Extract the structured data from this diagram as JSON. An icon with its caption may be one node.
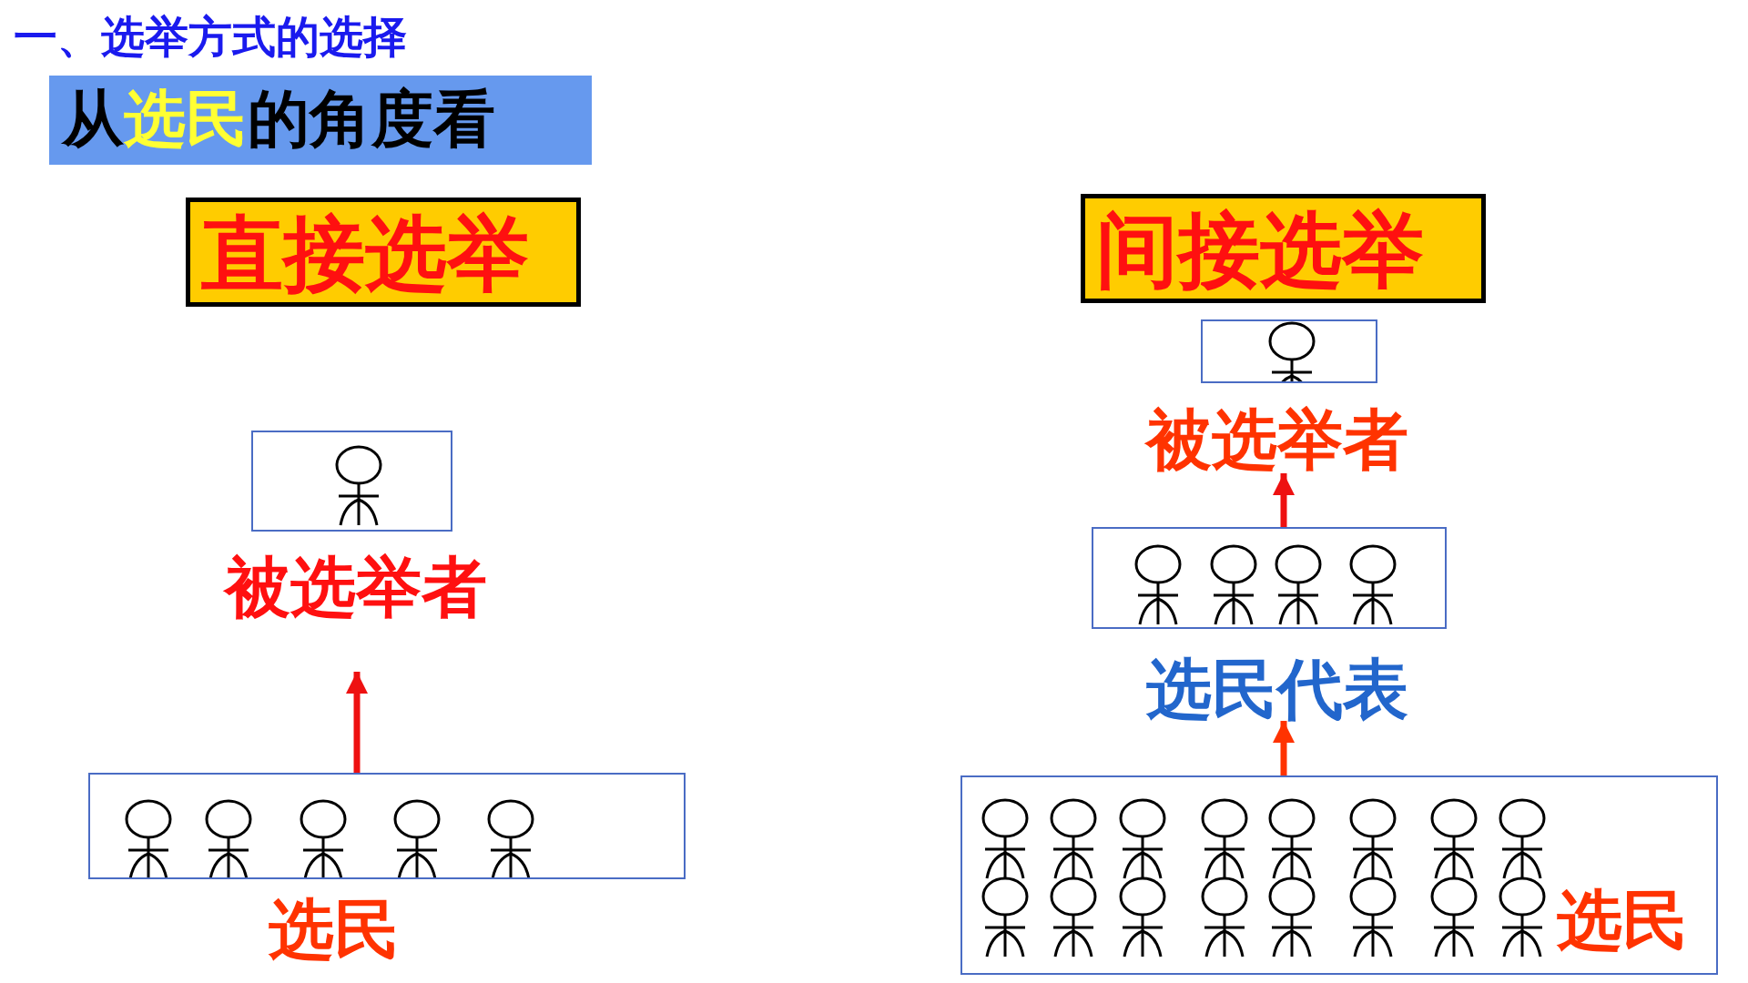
{
  "diagram": {
    "title": "一、选举方式的选择",
    "nodes": [
      {
        "text": [
          "从**选民**的角度看"
        ]
      },
      {
        "text": [
          "直接选举"
        ]
      },
      {
        "text": [
          "间接选举"
        ]
      },
      {
        "text": [],
        "shape": "box"
      },
      {
        "text": [
          "被选举者"
        ]
      },
      {
        "text": [
          "选民"
        ]
      },
      {
        "text": [],
        "shape": "box"
      },
      {
        "text": [
          "被选举者"
        ]
      },
      {
        "text": [],
        "shape": "box"
      },
      {
        "text": [
          "选民代表"
        ]
      },
      {
        "text": [
          "选民"
        ]
      }
    ],
    "edges": [
      {
        "from": 5,
        "to": 4,
        "arrow": "to"
      },
      {
        "from": 8,
        "to": 7,
        "arrow": "to"
      },
      {
        "from": 10,
        "to": 9,
        "arrow": "to",
        "color": "#ff3300"
      }
    ]
  }
}
